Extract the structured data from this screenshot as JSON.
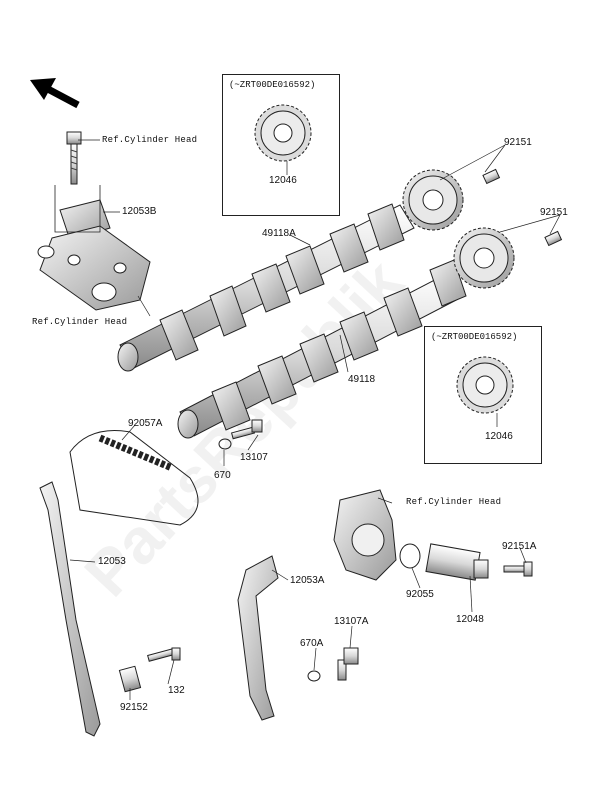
{
  "watermark": "PartsRepublik",
  "insets": {
    "top": {
      "title": "(~ZRT00DE016592)",
      "part": "12046"
    },
    "right": {
      "title": "(~ZRT00DE016592)",
      "part": "12046"
    }
  },
  "labels": {
    "ref_cyl_head_top": "Ref.Cylinder Head",
    "ref_cyl_head_left": "Ref.Cylinder Head",
    "ref_cyl_head_right": "Ref.Cylinder Head",
    "p12053B": "12053B",
    "p49118A": "49118A",
    "p92151_top": "92151",
    "p92151_mid": "92151",
    "p49118": "49118",
    "p92057A": "92057A",
    "p13107": "13107",
    "p670": "670",
    "p12053": "12053",
    "p12053A": "12053A",
    "p92055": "92055",
    "p12048": "12048",
    "p92151A": "92151A",
    "p13107A": "13107A",
    "p670A": "670A",
    "p132": "132",
    "p92152": "92152"
  }
}
